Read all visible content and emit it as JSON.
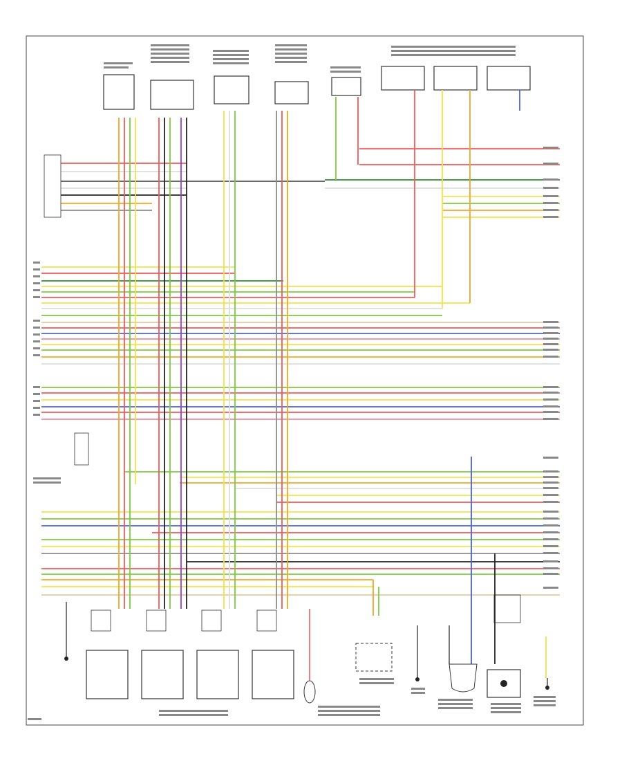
{
  "diagram": {
    "page_id": "",
    "palette": {
      "frame": "#444444",
      "wire_red": "#f25a5a",
      "wire_orange": "#f5a623",
      "wire_yellow": "#f4e04d",
      "wire_green": "#7ccc3c",
      "wire_dkgreen": "#2e8b2e",
      "wire_blue": "#4a60e8",
      "wire_gray": "#8c8c8c",
      "wire_black": "#222222",
      "wire_violet": "#9a3fd0",
      "wire_pink": "#f38aa0",
      "wire_tan": "#e4c9a0"
    },
    "components": {
      "top": [
        {
          "name": "top-component-1",
          "label": ""
        },
        {
          "name": "top-component-2",
          "label": ""
        },
        {
          "name": "top-component-3",
          "label": ""
        },
        {
          "name": "top-component-4",
          "label": ""
        },
        {
          "name": "top-component-5",
          "label": ""
        },
        {
          "name": "transmission-sensor-group",
          "label": ""
        }
      ],
      "bottom": [
        {
          "name": "solenoid-1",
          "label": ""
        },
        {
          "name": "solenoid-2",
          "label": ""
        },
        {
          "name": "solenoid-3",
          "label": ""
        },
        {
          "name": "solenoid-4",
          "label": ""
        },
        {
          "name": "bottom-connector-5",
          "label": ""
        },
        {
          "name": "ground-right-1",
          "label": ""
        },
        {
          "name": "bottom-component-7",
          "label": ""
        },
        {
          "name": "bottom-component-8",
          "label": ""
        },
        {
          "name": "ground-right-2",
          "label": ""
        }
      ]
    },
    "captions": {
      "solenoid_group": "",
      "center_component": "",
      "left_connector": ""
    }
  }
}
